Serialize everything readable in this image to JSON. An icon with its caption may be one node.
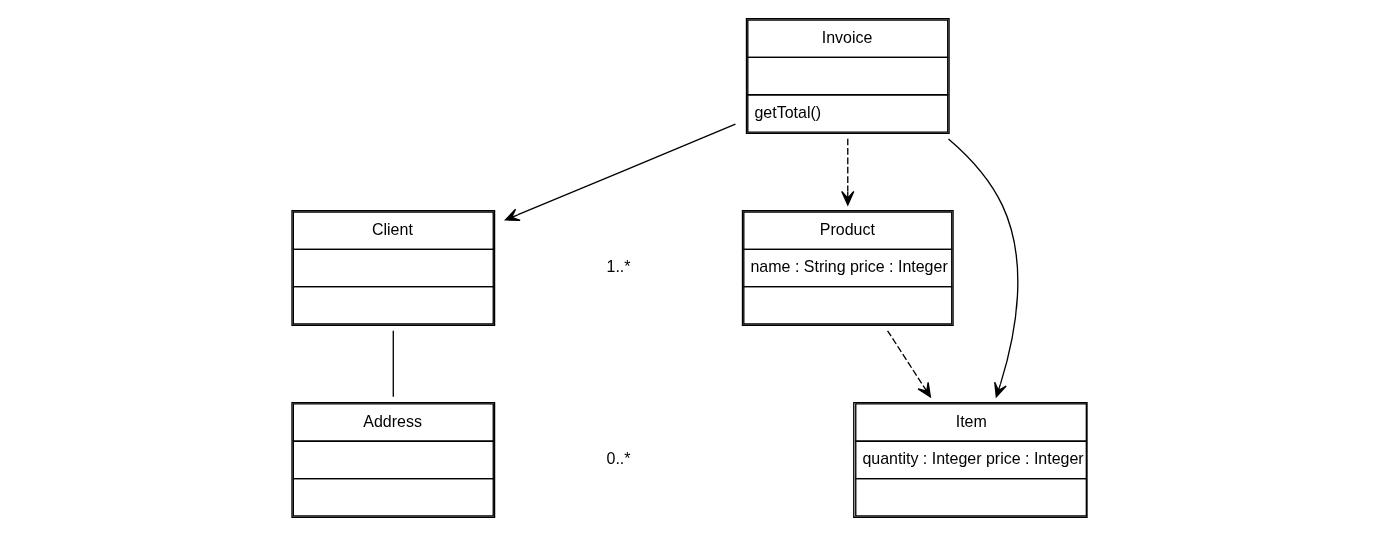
{
  "diagram": {
    "nodes": [
      {
        "text": [
          "Invoice",
          "getTotal()"
        ]
      },
      {
        "text": [
          "Client"
        ]
      },
      {
        "text": [
          "Product",
          "name : String price : Integer"
        ]
      },
      {
        "text": [
          "Item",
          "quantity : Integer price : Integer"
        ]
      },
      {
        "text": [
          "Address"
        ]
      }
    ],
    "edges": [
      {
        "from": 0,
        "to": 2,
        "arrow": "to",
        "style": "dashed"
      },
      {
        "from": 0,
        "to": 1,
        "arrow": "to"
      },
      {
        "from": 0,
        "to": 3,
        "arrow": "to"
      },
      {
        "from": 2,
        "to": 3,
        "arrow": "to",
        "style": "dashed"
      },
      {
        "from": 1,
        "to": 4,
        "arrow": "none"
      }
    ],
    "labels": [
      "1..*",
      "0..*"
    ]
  }
}
